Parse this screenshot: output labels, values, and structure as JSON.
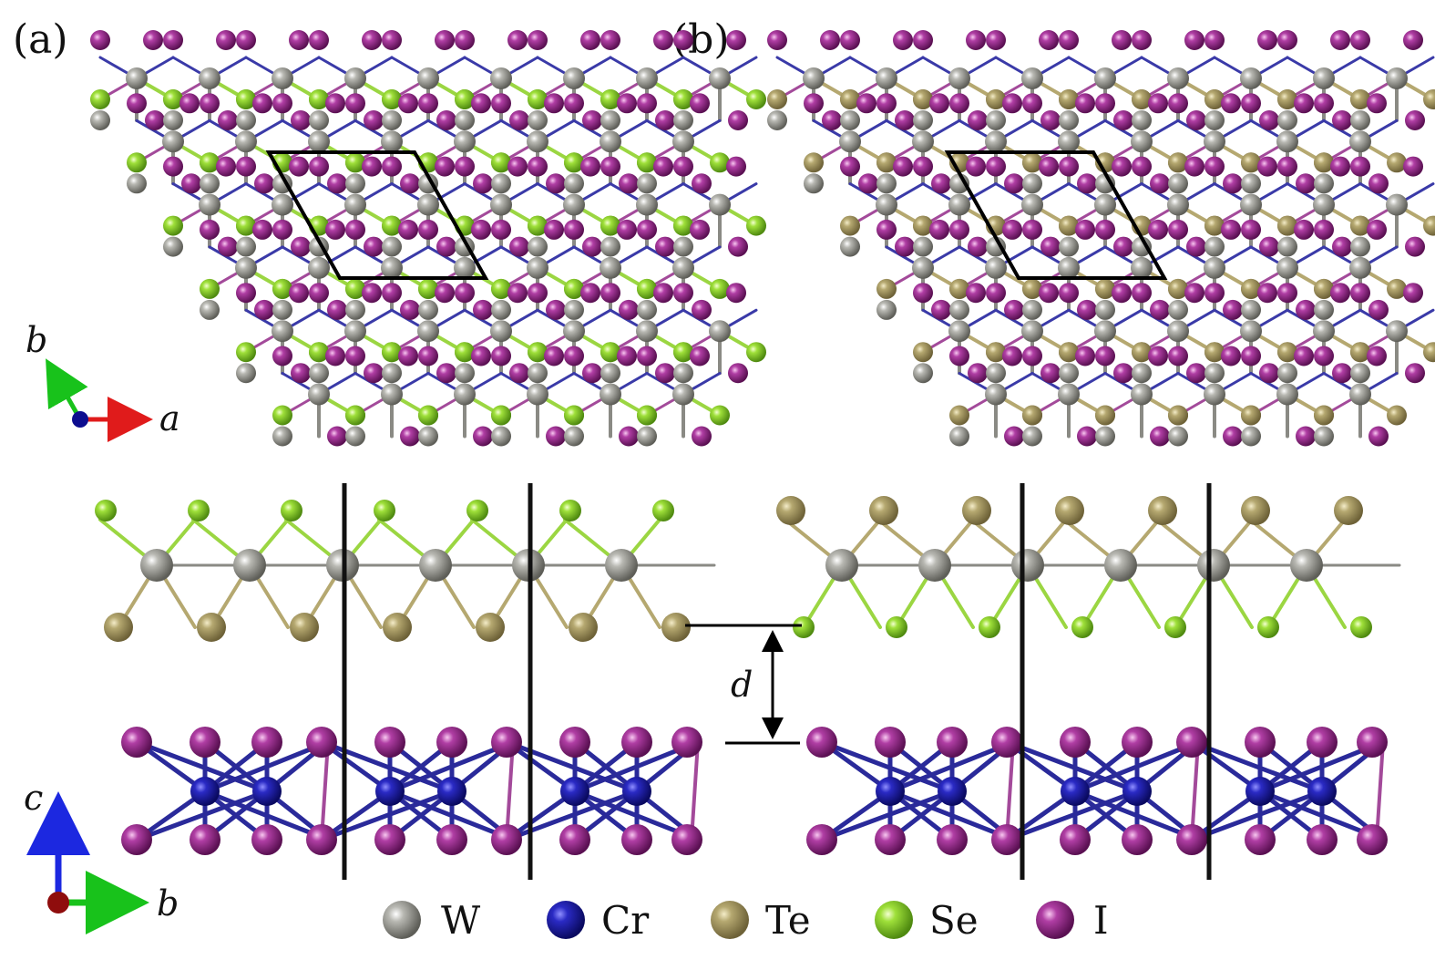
{
  "panels": [
    {
      "label": "(a)",
      "stack": "WSeTe on CrI3, Te side facing CrI3"
    },
    {
      "label": "(b)",
      "stack": "WSeTe on CrI3, Se side facing CrI3"
    }
  ],
  "top_axes": {
    "a": "a",
    "b": "b"
  },
  "side_axes": {
    "c": "c",
    "b": "b"
  },
  "distance_label": "d",
  "legend": [
    {
      "symbol": "W",
      "color": "#8e8e88"
    },
    {
      "symbol": "Cr",
      "color": "#1f1fa0"
    },
    {
      "symbol": "Te",
      "color": "#a89a62"
    },
    {
      "symbol": "Se",
      "color": "#8fd32c"
    },
    {
      "symbol": "I",
      "color": "#9b2f8f"
    }
  ],
  "atom_colors": {
    "W": "#8e8e88",
    "Cr": "#1f1fa0",
    "Te": "#a89a62",
    "Se": "#8fd32c",
    "I": "#9b2f8f"
  },
  "axis_colors": {
    "a": "#e01b1b",
    "b": "#18c21b",
    "c": "#1c28e0",
    "origin_top": "#0d0d8f",
    "origin_side": "#8f0d0d"
  }
}
